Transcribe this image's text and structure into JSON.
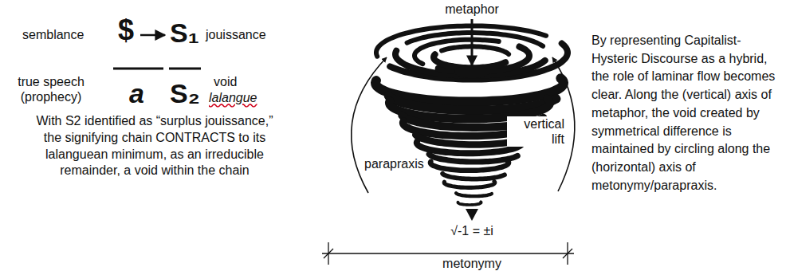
{
  "diagram": {
    "labels": [
      "semblance",
      "$",
      "S₁",
      "jouissance",
      "true speech (prophecy)",
      "a",
      "S₂",
      "void",
      "lalangue",
      "With S2 identified as “surplus jouissance,” the signifying chain CONTRACTS to its lalanguean minimum, as an irreducible remainder, a void within the chain",
      "metaphor",
      "parapraxis",
      "vertical lift",
      "√-1 = ±i",
      "metonymy",
      "By representing Capitalist-Hysteric Discourse as a hybrid, the role of laminar flow becomes clear. Along the (vertical) axis of metaphor, the void created by symmetrical difference is maintained by circling along the (horizontal) axis of metonymy/parapraxis."
    ]
  }
}
